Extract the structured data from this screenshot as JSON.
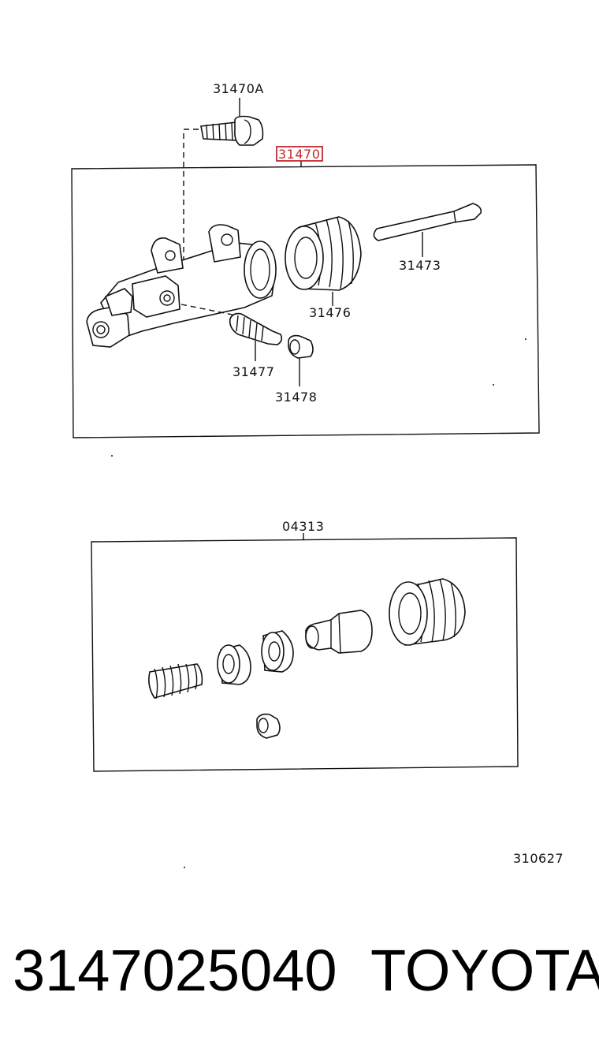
{
  "diagram": {
    "labels": {
      "bolt": "31470A",
      "assembly": "31470",
      "push_rod": "31473",
      "boot": "31476",
      "bleeder_plug": "31477",
      "bleeder_cap": "31478",
      "repair_kit": "04313",
      "figure_code": "310627"
    },
    "highlight_color": "#c0282d"
  },
  "caption": {
    "part_number": "3147025040",
    "brand": "TOYOTA"
  }
}
